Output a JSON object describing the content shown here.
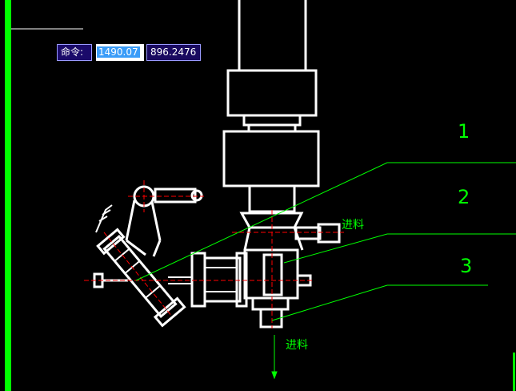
{
  "command": {
    "label": "命令:",
    "x_value": "1490.07",
    "y_value": "896.2476"
  },
  "callouts": [
    "1",
    "2",
    "3"
  ],
  "annotations": {
    "inlet_right": "进料",
    "inlet_bottom": "进料"
  },
  "colors": {
    "background": "#000000",
    "drawing": "#ffffff",
    "leader": "#00ff00",
    "center": "#ff0000"
  }
}
